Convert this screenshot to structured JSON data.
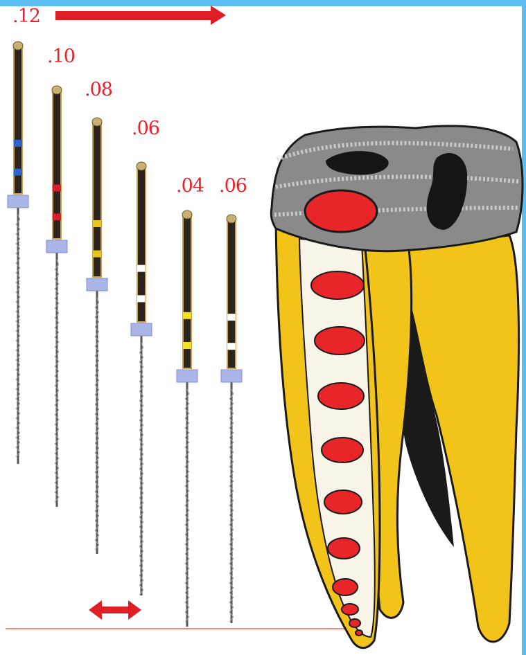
{
  "colors": {
    "frame": "#5bbdf0",
    "arrow": "#e01e26",
    "label": "#e8202a",
    "root": "#f2c318",
    "crown": "#8a8a8a",
    "canal_fill": "#e8262a",
    "handle_dark": "#2a2320",
    "stop": "#aab6e8",
    "baseline": "#f08a7a"
  },
  "files": [
    {
      "label": ".12",
      "bands": [
        "#2f63c8"
      ]
    },
    {
      "label": ".10",
      "bands": [
        "#d81e28"
      ]
    },
    {
      "label": ".08",
      "bands": [
        "#e9c21e"
      ]
    },
    {
      "label": ".06",
      "bands": [
        "#ffffff"
      ]
    },
    {
      "label": ".04",
      "bands": [
        "#f4e020"
      ]
    },
    {
      "label": ".06",
      "bands": [
        "#ffffff"
      ]
    }
  ],
  "diagram": {
    "top_arrow": "right-pointing",
    "bottom_arrow": "double-headed",
    "canal_segments": 10
  }
}
